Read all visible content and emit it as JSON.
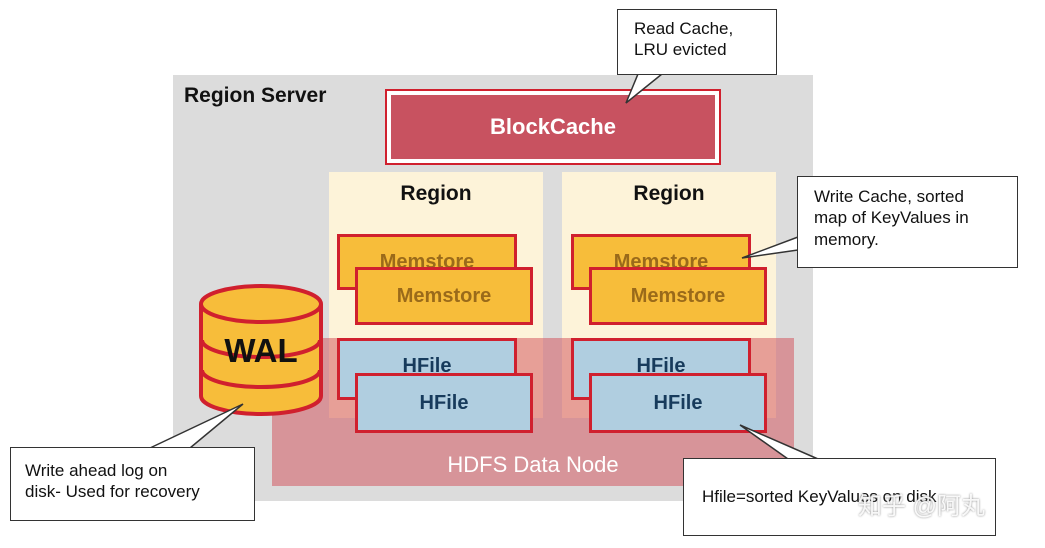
{
  "server": {
    "label": "Region Server"
  },
  "blockcache": {
    "label": "BlockCache"
  },
  "regions": [
    {
      "label": "Region",
      "memstore_back": "Memstore",
      "memstore_front": "Memstore",
      "hfile_back": "HFile",
      "hfile_front": "HFile"
    },
    {
      "label": "Region",
      "memstore_back": "Memstore",
      "memstore_front": "Memstore",
      "hfile_back": "HFile",
      "hfile_front": "HFile"
    }
  ],
  "wal": {
    "label": "WAL"
  },
  "hdfs": {
    "label": "HDFS Data Node"
  },
  "callouts": {
    "read": [
      "Read Cache,",
      "LRU evicted"
    ],
    "write": [
      "Write Cache, sorted",
      "map of KeyValues in",
      "memory."
    ],
    "wal": [
      "Write ahead log on",
      "disk- Used for recovery"
    ],
    "hfile": "Hfile=sorted KeyValues on disk"
  },
  "watermark": "知乎 @阿丸",
  "colors": {
    "accent_red": "#d0202e",
    "memstore": "#f7bd3a",
    "hfile": "#b0cee0",
    "blockcache": "#c85260",
    "hdfs": "#e8a7ad",
    "server_bg": "#dcdcdc",
    "region_bg": "#fdf3d9"
  }
}
